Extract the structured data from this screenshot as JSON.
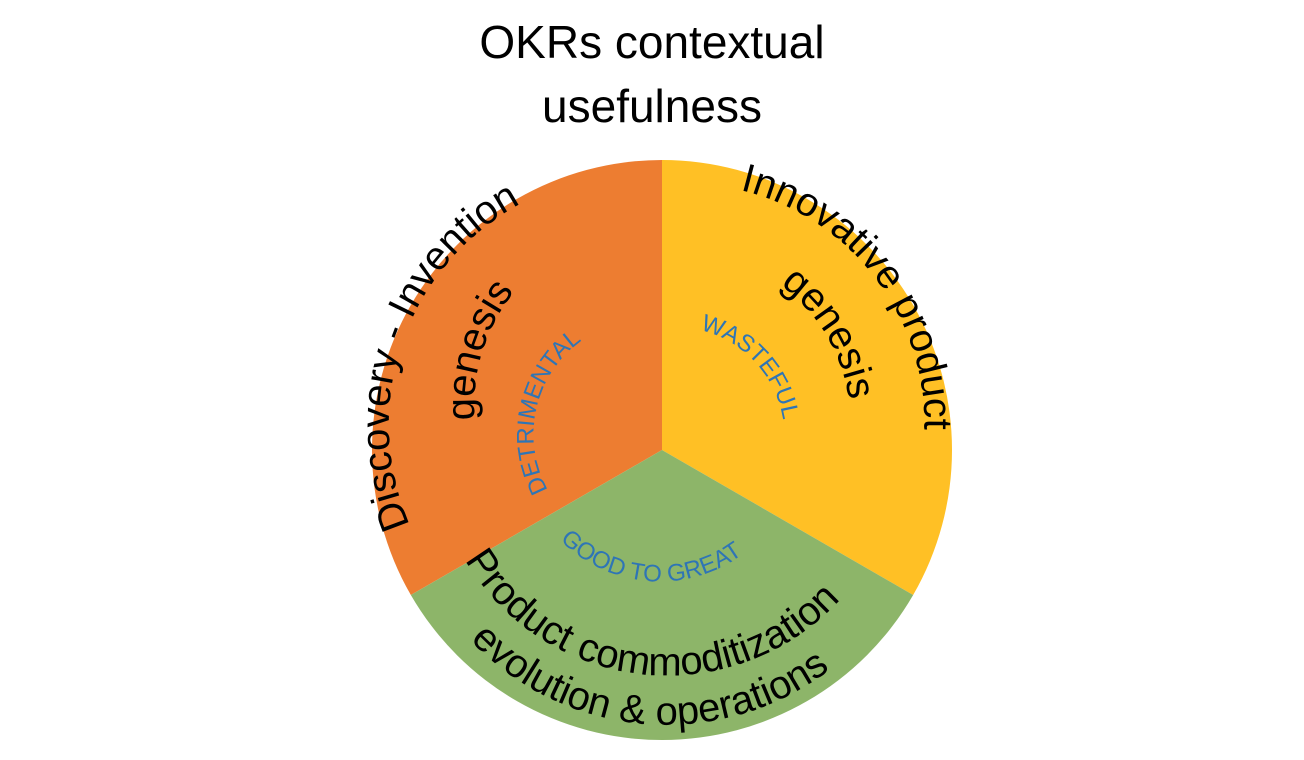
{
  "title": {
    "line1": "OKRs contextual",
    "line2": "usefulness"
  },
  "colors": {
    "orange": "#ED7D31",
    "yellow": "#FFC025",
    "green": "#8DB569",
    "inner_text": "#2E75B6"
  },
  "segments": {
    "discovery": {
      "line1": "Discovery - Invention",
      "line2": "genesis",
      "inner": "DETRIMENTAL"
    },
    "innovative": {
      "line1": "Innovative product",
      "line2": "genesis",
      "inner": "WASTEFUL"
    },
    "commodity": {
      "line1": "Product commoditization",
      "line2": "evolution & operations",
      "inner": "GOOD TO GREAT"
    }
  }
}
